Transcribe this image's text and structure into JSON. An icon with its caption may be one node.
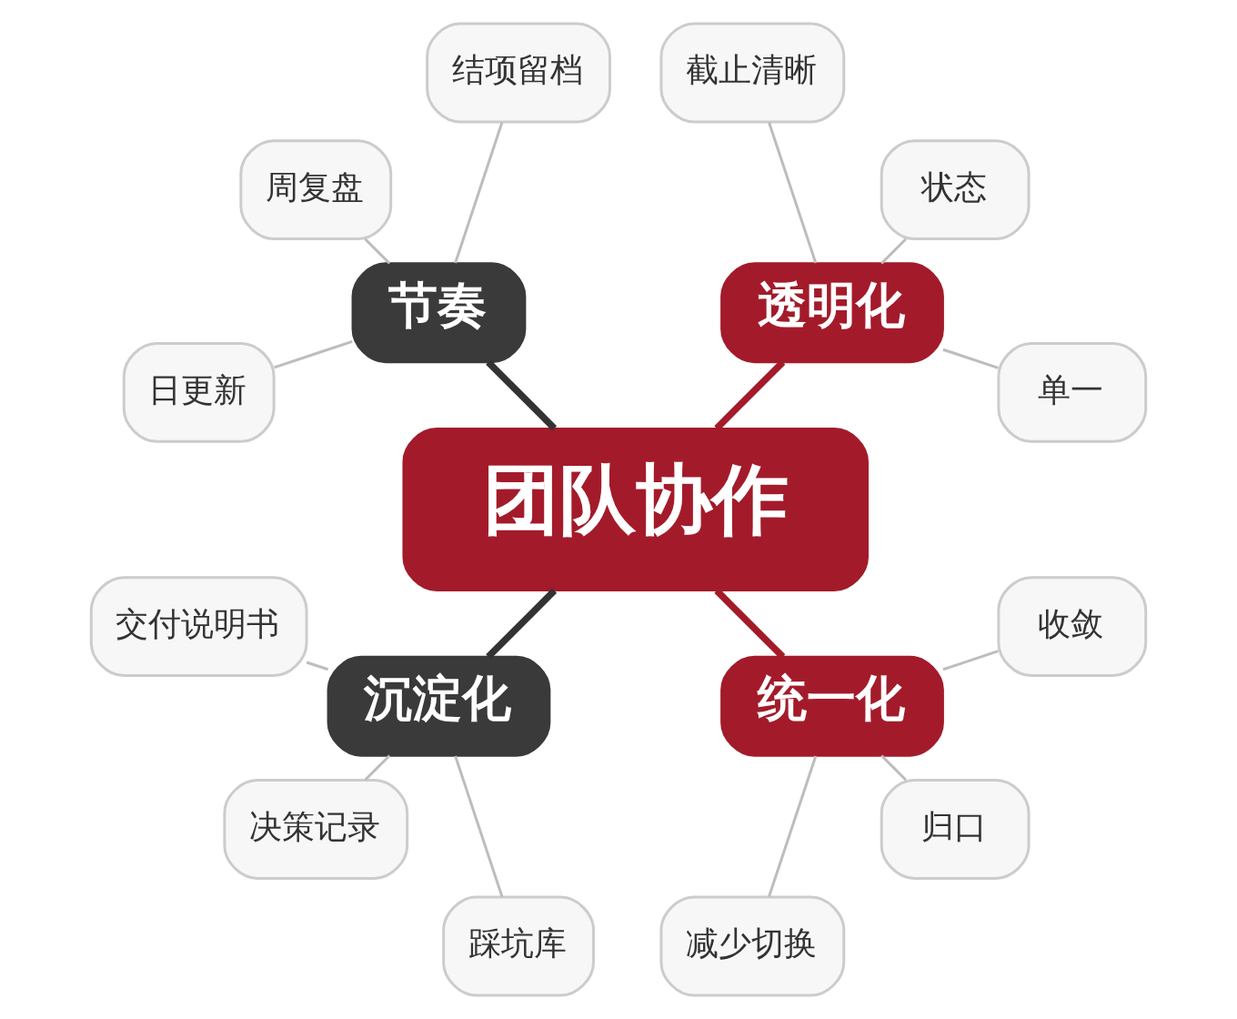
{
  "diagram": {
    "nodes": [
      {
        "text": [
          "团队协作"
        ]
      },
      {
        "text": [
          "透明化"
        ]
      },
      {
        "text": [
          "单一"
        ]
      },
      {
        "text": [
          "状态"
        ]
      },
      {
        "text": [
          "截止清晰"
        ]
      },
      {
        "text": [
          "节奏"
        ]
      },
      {
        "text": [
          "结项留档"
        ]
      },
      {
        "text": [
          "周复盘"
        ]
      },
      {
        "text": [
          "日更新"
        ]
      },
      {
        "text": [
          "沉淀化"
        ]
      },
      {
        "text": [
          "交付说明书"
        ]
      },
      {
        "text": [
          "决策记录"
        ]
      },
      {
        "text": [
          "踩坑库"
        ]
      },
      {
        "text": [
          "统一化"
        ]
      },
      {
        "text": [
          "减少切换"
        ]
      },
      {
        "text": [
          "归口"
        ]
      },
      {
        "text": [
          "收敛"
        ]
      }
    ],
    "edges": [
      {
        "from": 0,
        "to": 1,
        "arrow": "none",
        "style": "thick",
        "color": "#a31b2a"
      },
      {
        "from": 0,
        "to": 5,
        "arrow": "none",
        "style": "thick",
        "color": "#333333"
      },
      {
        "from": 0,
        "to": 9,
        "arrow": "none",
        "style": "thick",
        "color": "#333333"
      },
      {
        "from": 0,
        "to": 13,
        "arrow": "none",
        "style": "thick",
        "color": "#a31b2a"
      },
      {
        "from": 1,
        "to": 2,
        "arrow": "none"
      },
      {
        "from": 1,
        "to": 3,
        "arrow": "none"
      },
      {
        "from": 1,
        "to": 4,
        "arrow": "none"
      },
      {
        "from": 5,
        "to": 6,
        "arrow": "none"
      },
      {
        "from": 5,
        "to": 7,
        "arrow": "none"
      },
      {
        "from": 5,
        "to": 8,
        "arrow": "none"
      },
      {
        "from": 9,
        "to": 10,
        "arrow": "none"
      },
      {
        "from": 9,
        "to": 11,
        "arrow": "none"
      },
      {
        "from": 9,
        "to": 12,
        "arrow": "none"
      },
      {
        "from": 13,
        "to": 14,
        "arrow": "none"
      },
      {
        "from": 13,
        "to": 15,
        "arrow": "none"
      },
      {
        "from": 13,
        "to": 16,
        "arrow": "none"
      }
    ]
  }
}
